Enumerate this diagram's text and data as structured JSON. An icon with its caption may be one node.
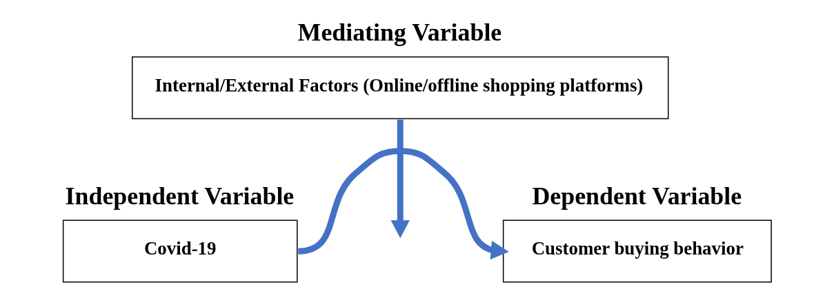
{
  "diagram": {
    "nodes": [
      {
        "text": [
          "Mediating Variable",
          "Internal/External Factors (Online/offline shopping platforms)"
        ]
      },
      {
        "text": [
          "Independent Variable",
          "Covid-19"
        ]
      },
      {
        "text": [
          "Dependent Variable",
          "Customer buying behavior"
        ]
      }
    ],
    "edges": [
      {
        "from": 0,
        "to": null,
        "arrow": "to"
      },
      {
        "from": 1,
        "to": 2,
        "arrow": "to"
      }
    ]
  }
}
